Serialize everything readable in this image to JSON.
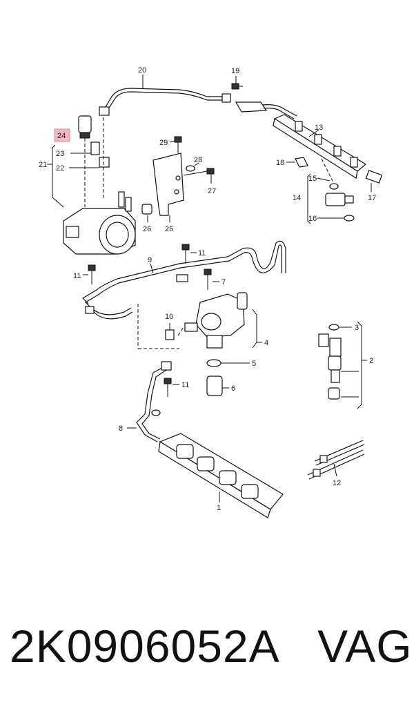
{
  "callouts": {
    "c1": "1",
    "c2": "2",
    "c3": "3",
    "c4": "4",
    "c5": "5",
    "c6": "6",
    "c7": "7",
    "c8": "8",
    "c9": "9",
    "c10": "10",
    "c11a": "11",
    "c11b": "11",
    "c11c": "11",
    "c12": "12",
    "c13": "13",
    "c14": "14",
    "c15": "15",
    "c16": "16",
    "c17": "17",
    "c18": "18",
    "c19": "19",
    "c20": "20",
    "c21": "21",
    "c22": "22",
    "c23": "23",
    "c24": "24",
    "c25": "25",
    "c26": "26",
    "c27": "27",
    "c28": "28",
    "c29": "29"
  },
  "highlighted_callout": "24",
  "highlight_color": "#f2b8c0",
  "caption": {
    "part_number": "2K0906052A",
    "brand": "VAG"
  }
}
